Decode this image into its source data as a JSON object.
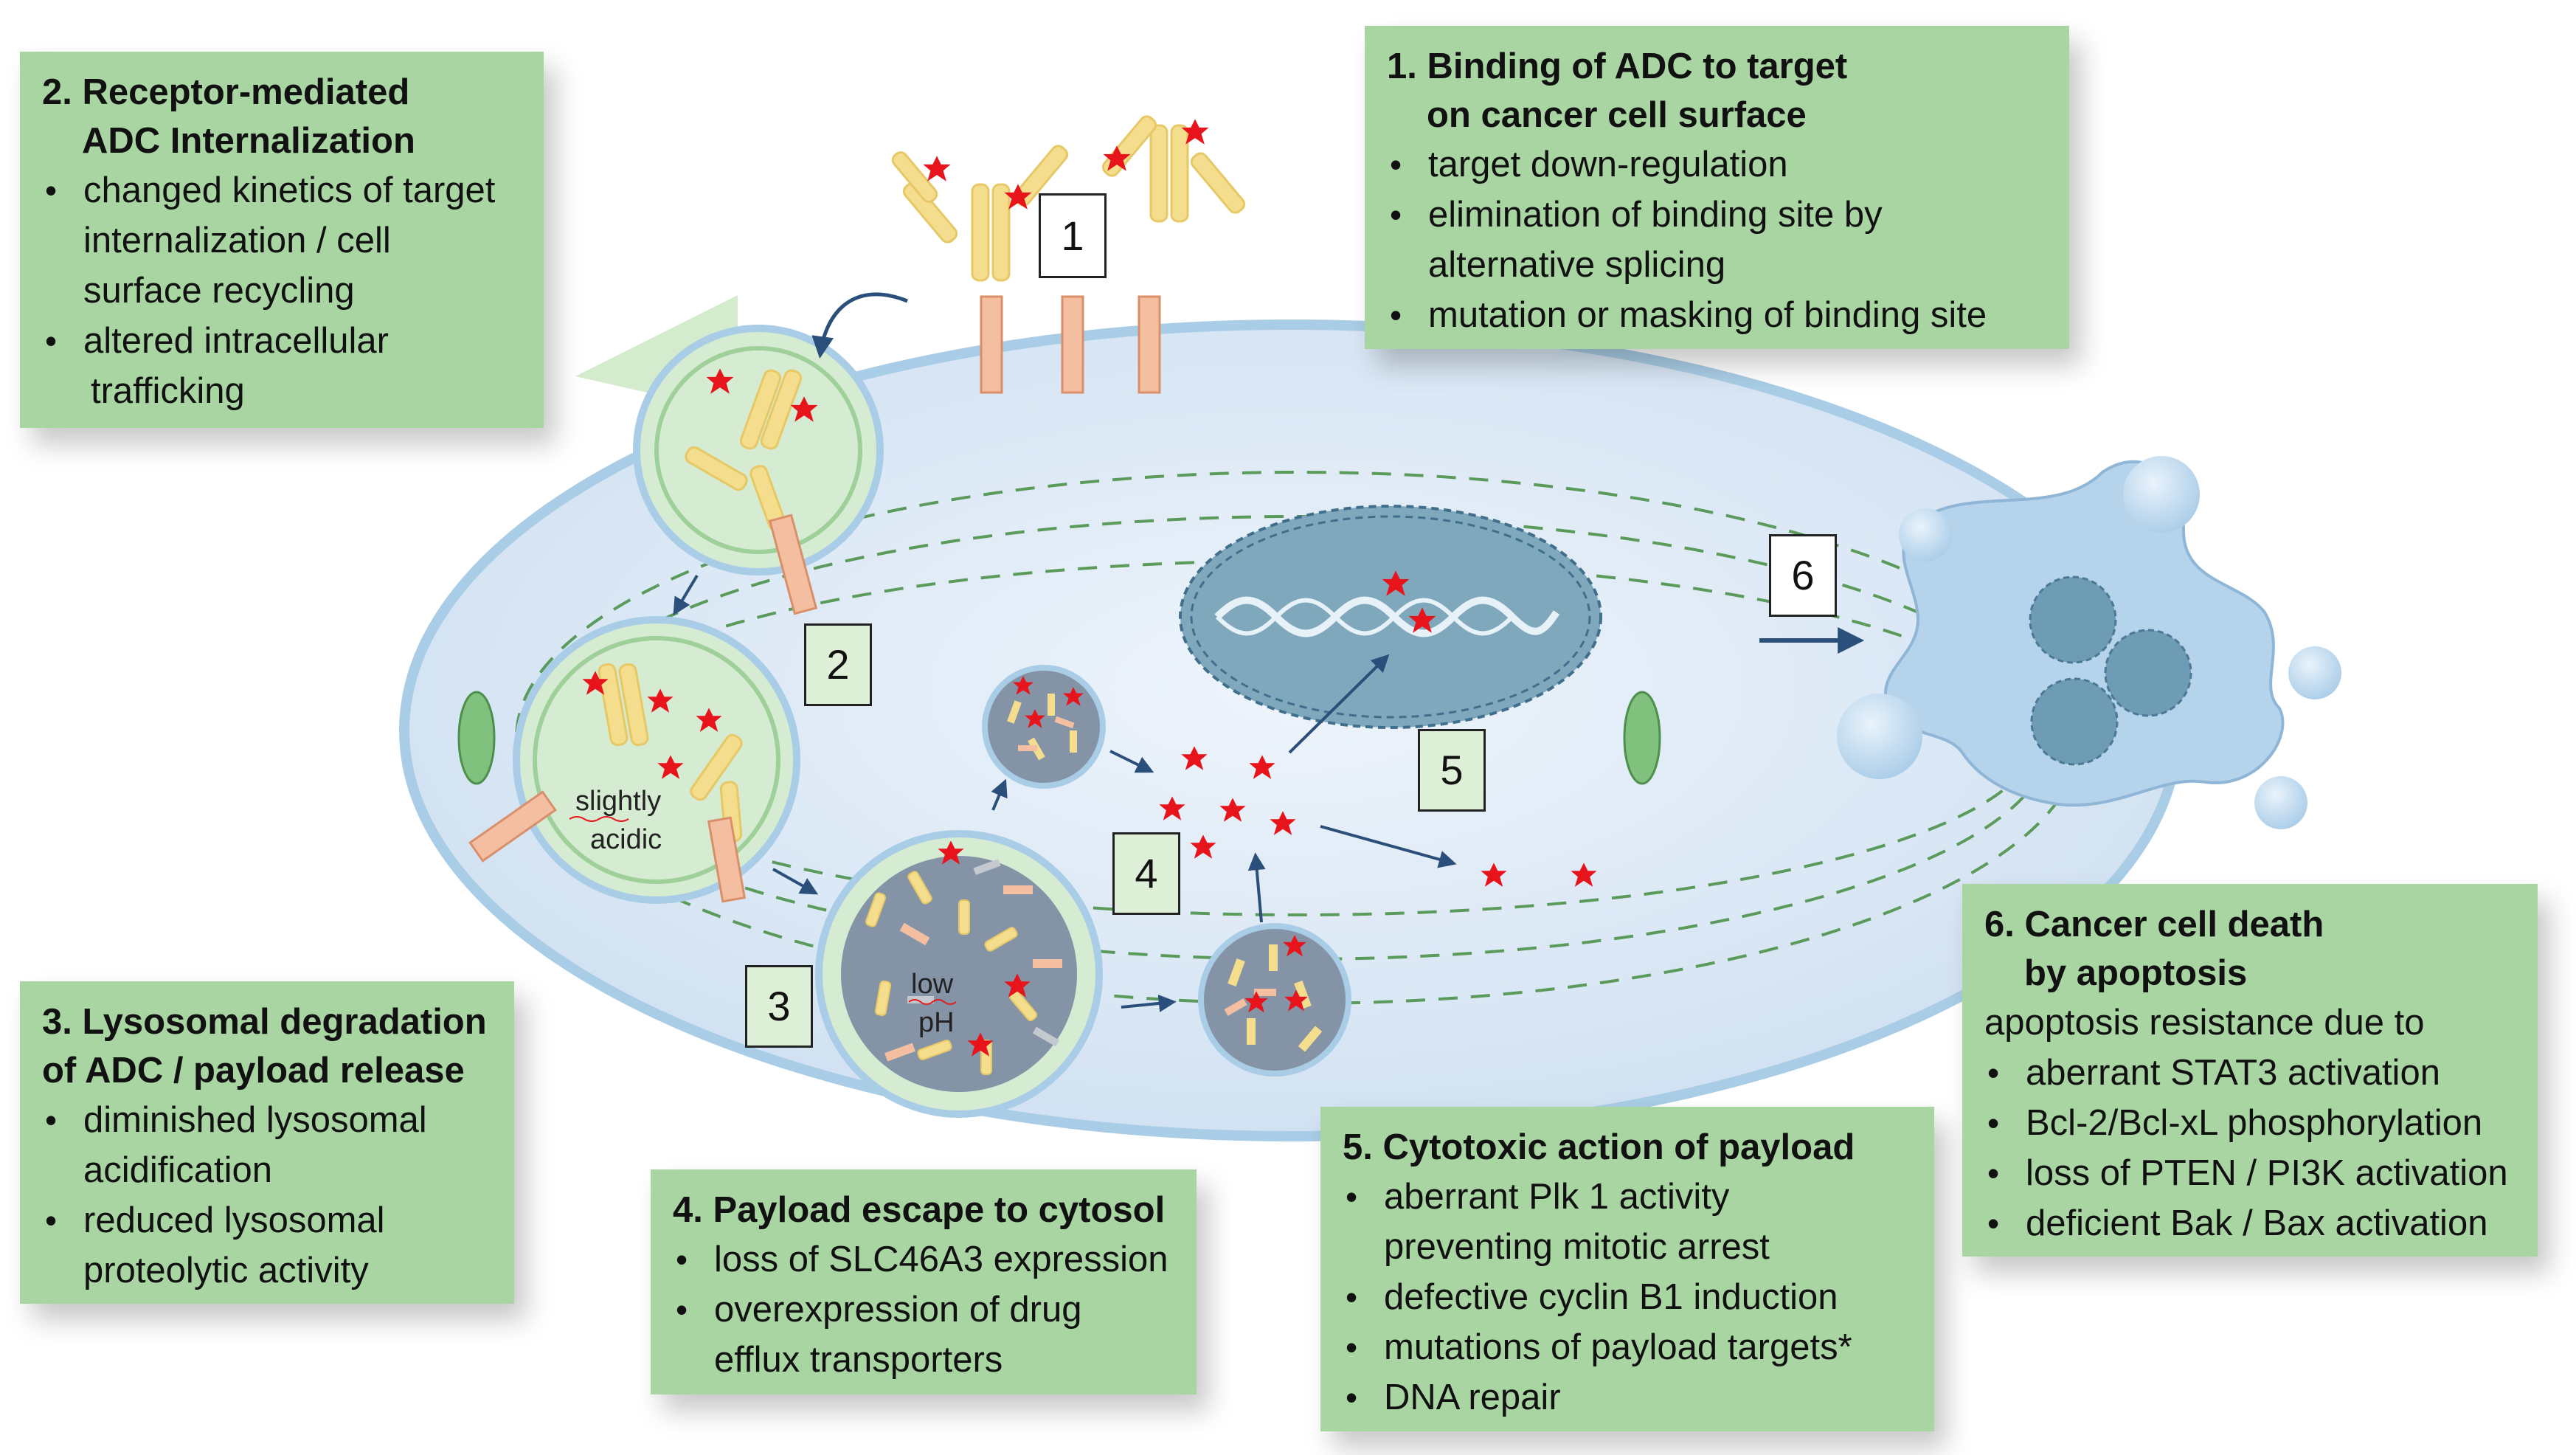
{
  "boxes": {
    "box1": {
      "title_line1": "1. Binding of ADC to target",
      "title_line2": "on cancer cell surface",
      "items": [
        "target down-regulation",
        "elimination of binding site by",
        "alternative splicing",
        "mutation or masking of  binding site"
      ]
    },
    "box2": {
      "title_line1": "2. Receptor-mediated",
      "title_line2": "ADC Internalization",
      "items": [
        "changed kinetics of target",
        "internalization / cell",
        "surface recycling",
        "altered  intracellular",
        "trafficking"
      ]
    },
    "box3": {
      "title_line1": "3. Lysosomal degradation",
      "title_line2": "of ADC / payload release",
      "items": [
        "diminished lysosomal",
        "acidification",
        "reduced lysosomal",
        "proteolytic activity"
      ]
    },
    "box4": {
      "title_line1": "4. Payload escape to cytosol",
      "items": [
        "loss of SLC46A3 expression",
        "overexpression of drug",
        "efflux transporters"
      ]
    },
    "box5": {
      "title_line1": "5. Cytotoxic action of payload",
      "items": [
        "aberrant Plk 1 activity",
        "preventing mitotic arrest",
        "defective cyclin B1 induction",
        "mutations of payload targets*",
        "DNA repair"
      ]
    },
    "box6": {
      "title_line1": "6. Cancer cell death",
      "title_line2": "by apoptosis",
      "subtitle": "apoptosis resistance due to",
      "items": [
        "aberrant STAT3 activation",
        "Bcl-2/Bcl-xL phosphorylation",
        "loss of PTEN / PI3K activation",
        "deficient Bak / Bax activation"
      ]
    }
  },
  "step_labels": {
    "n1": "1",
    "n2": "2",
    "n3": "3",
    "n4": "4",
    "n5": "5",
    "n6": "6"
  },
  "cell_labels": {
    "slightly": "slightly",
    "acidic": "acidic",
    "low": "low",
    "ph": "pH"
  },
  "colors": {
    "box_fill": "#a8d5a2",
    "cell_fill": "#dbe8f6",
    "cell_border": "#a9cde6",
    "endosome_fill": "#d6ecd2",
    "lysosome_core": "#8494a6",
    "nucleus": "#7fa8bd",
    "payload": "#e8141c",
    "antibody": "#f5dd8e",
    "receptor": "#f4bfa0",
    "dashed_line": "#5a9a5a",
    "arrow": "#2a4f7a",
    "dead_cell": "#b5d4ec"
  }
}
